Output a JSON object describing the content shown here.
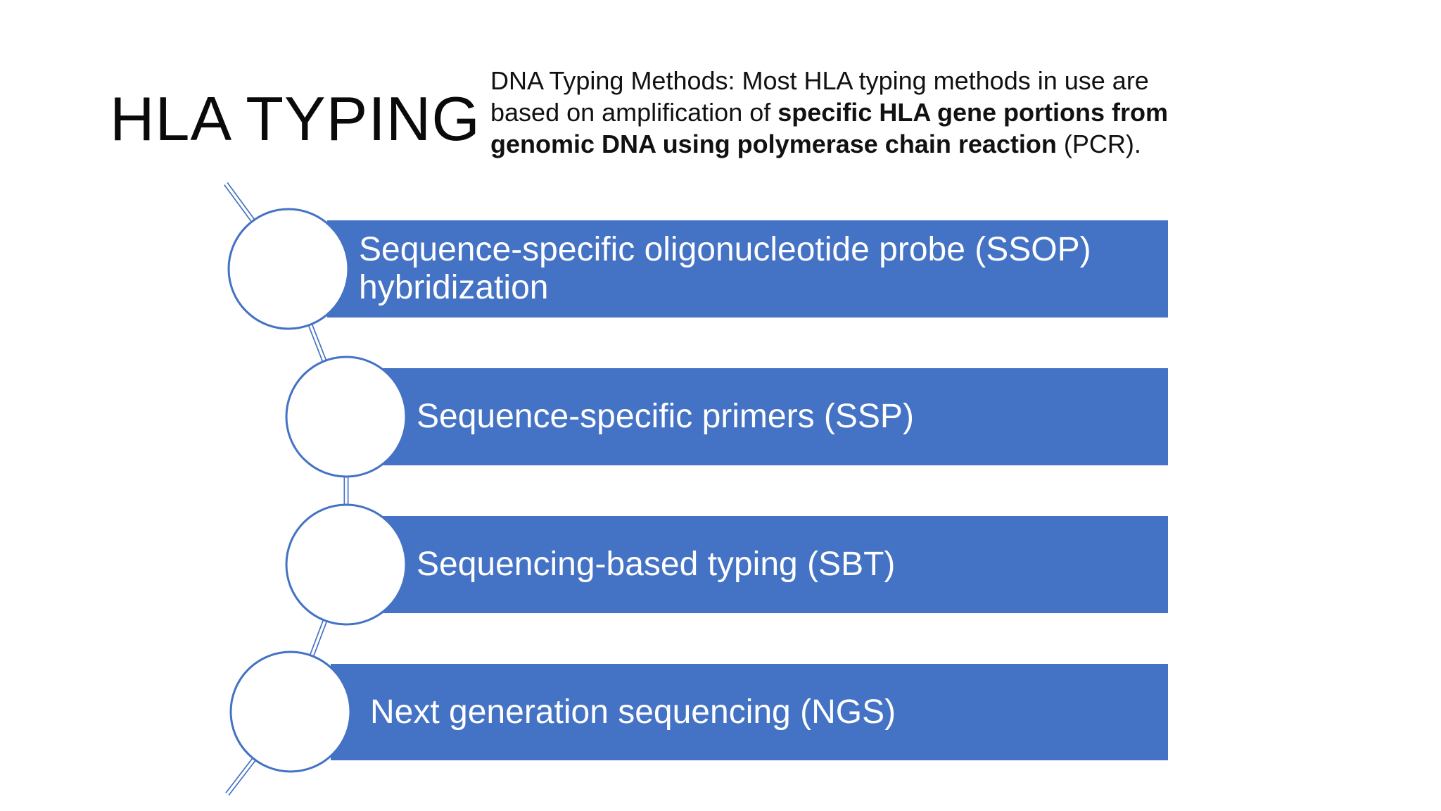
{
  "title": "HLA TYPING",
  "description": {
    "lines": [
      [
        {
          "text": "DNA Typing Methods: Most HLA typing methods in use are",
          "bold": false
        }
      ],
      [
        {
          "text": "based on amplification of ",
          "bold": false
        },
        {
          "text": "specific HLA gene portions from",
          "bold": true
        }
      ],
      [
        {
          "text": "genomic DNA using polymerase chain reaction",
          "bold": true
        },
        {
          "text": " (PCR).",
          "bold": false
        }
      ]
    ]
  },
  "methods": [
    {
      "label": "Sequence-specific oligonucleotide probe (SSOP)\nhybridization"
    },
    {
      "label": "Sequence-specific primers (SSP)"
    },
    {
      "label": "Sequencing-based typing (SBT)"
    },
    {
      "label": "Next generation sequencing (NGS)"
    }
  ],
  "colors": {
    "accent": "#4472C4",
    "bar_text": "#FFFFFF",
    "title_text": "#0A0A0A"
  }
}
